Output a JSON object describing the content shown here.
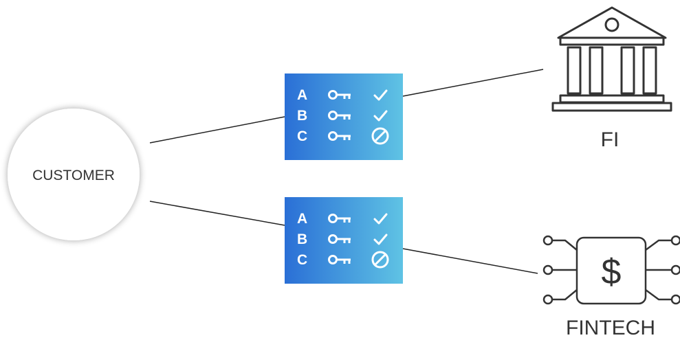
{
  "customer": {
    "label": "CUSTOMER"
  },
  "institutions": {
    "fi": {
      "label": "FI",
      "icon": "bank-building-icon"
    },
    "fintech": {
      "label": "FINTECH",
      "icon": "dollar-chip-icon"
    }
  },
  "consent_cards": [
    {
      "rows": [
        {
          "letter": "A",
          "key_icon": "key-icon",
          "status_icon": "check-icon"
        },
        {
          "letter": "B",
          "key_icon": "key-icon",
          "status_icon": "check-icon"
        },
        {
          "letter": "C",
          "key_icon": "key-icon",
          "status_icon": "blocked-icon"
        }
      ]
    },
    {
      "rows": [
        {
          "letter": "A",
          "key_icon": "key-icon",
          "status_icon": "check-icon"
        },
        {
          "letter": "B",
          "key_icon": "key-icon",
          "status_icon": "check-icon"
        },
        {
          "letter": "C",
          "key_icon": "key-icon",
          "status_icon": "blocked-icon"
        }
      ]
    }
  ],
  "colors": {
    "card_gradient_start": "#2a6fd6",
    "card_gradient_end": "#5fc3e4",
    "line": "#222222",
    "icon_stroke": "#333333",
    "circle_shadow": "#d0d0d0"
  }
}
